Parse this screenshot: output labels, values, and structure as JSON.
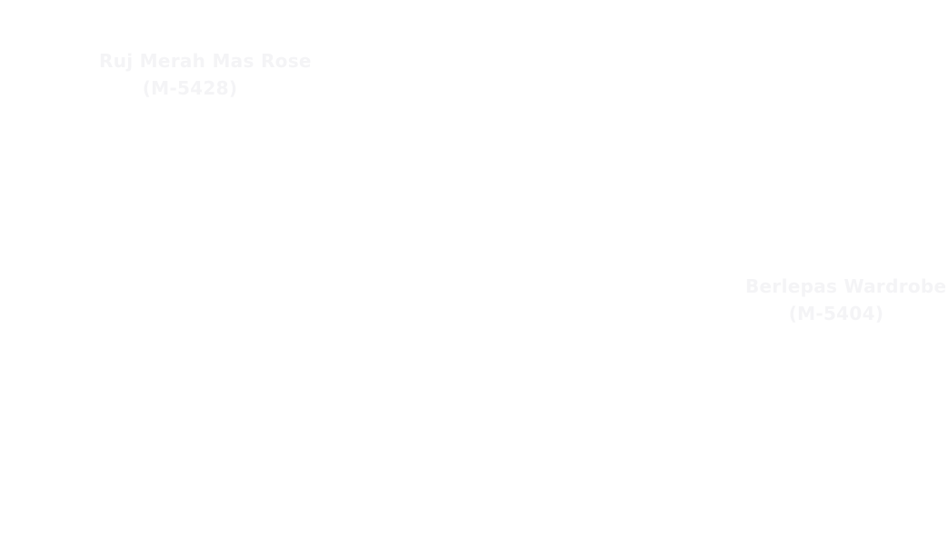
{
  "captions": {
    "left": {
      "line1": "Ruj Merah Mas Rose",
      "line2": "(M-5428)"
    },
    "right": {
      "line1": "Berlepas Wardrobe",
      "line2": "(M-5404)"
    }
  },
  "colors": {
    "background": "#ffffff",
    "caption_text": "#f4f4f6"
  }
}
